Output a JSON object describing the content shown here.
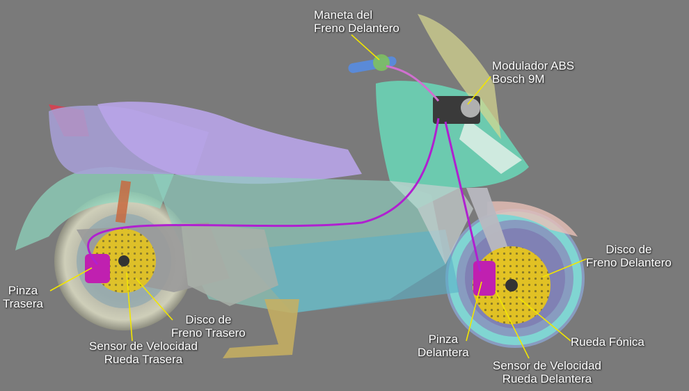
{
  "colors": {
    "background": "#7a7a7a",
    "leader_line": "#f2e600",
    "brake_line": "#b020d0",
    "caliper": "#c020b0",
    "disc": "#e8c020"
  },
  "labels": {
    "front_lever": [
      "Maneta del",
      "Freno Delantero"
    ],
    "abs_modulator": [
      "Modulador ABS",
      "Bosch 9M"
    ],
    "front_disc": [
      "Disco de",
      "Freno Delantero"
    ],
    "rear_caliper": [
      "Pinza",
      "Trasera"
    ],
    "rear_disc": [
      "Disco de",
      "Freno Trasero"
    ],
    "rear_speed_sensor": [
      "Sensor de Velocidad",
      "Rueda Trasera"
    ],
    "front_caliper": [
      "Pinza",
      "Delantera"
    ],
    "tone_wheel": [
      "Rueda Fónica"
    ],
    "front_speed_sensor": [
      "Sensor de Velocidad",
      "Rueda Delantera"
    ]
  }
}
